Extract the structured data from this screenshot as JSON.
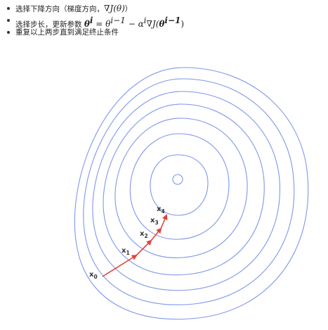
{
  "bullets": [
    {
      "text": "选择下降方向（梯度方向，",
      "math": "∇J(θ)",
      "tail": "）"
    },
    {
      "text": "选择步长，更新参数 ",
      "math_lhs": "θ",
      "math_lhs_sup": "i",
      "math_eq": " = ",
      "math_prev": "θ",
      "math_prev_sup": "i−1",
      "math_minus": " − ",
      "math_alpha": "α",
      "math_alpha_sup": "i",
      "math_grad": "∇J(",
      "math_theta2": "θ",
      "math_theta2_sup": "i−1",
      "math_close": ")"
    },
    {
      "text": "重复以上两步直到满足终止条件"
    }
  ],
  "points": [
    {
      "label": "x",
      "sub": "0"
    },
    {
      "label": "x",
      "sub": "1"
    },
    {
      "label": "x",
      "sub": "2"
    },
    {
      "label": "x",
      "sub": "3"
    },
    {
      "label": "x",
      "sub": "4"
    }
  ],
  "colors": {
    "contour": "#7f97ea",
    "path": "#e0443a"
  }
}
